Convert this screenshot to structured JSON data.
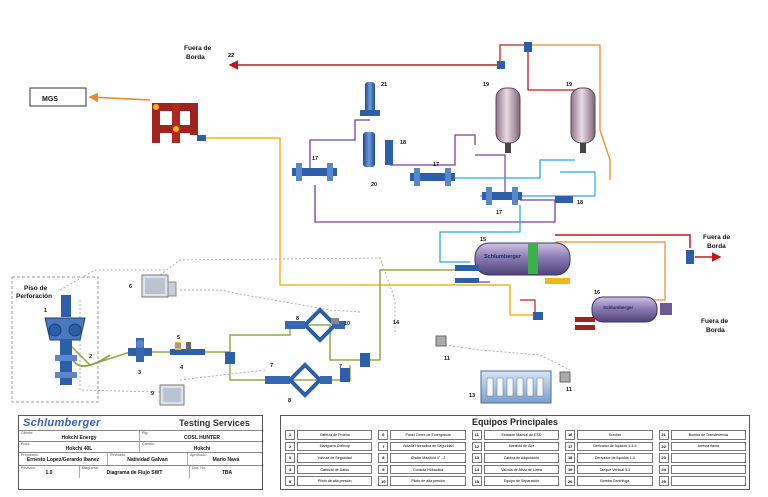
{
  "labels": {
    "mgs": "MGS",
    "fuera_top": [
      "Fuera de",
      "Borda"
    ],
    "fuera_right1": [
      "Fuera de",
      "Borda"
    ],
    "fuera_right2": [
      "Fuera de",
      "Borda"
    ],
    "piso": [
      "Piso de",
      "Perforación"
    ],
    "sep_logo": "Schlumberger",
    "scrub_logo": "Schlumberger"
  },
  "numbers": {
    "n1": "1",
    "n2": "2",
    "n3": "3",
    "n4": "4",
    "n5": "5",
    "n6": "6",
    "n7a": "7",
    "n7b": "7",
    "n8a": "8",
    "n8b": "8",
    "n9": "9",
    "n10": "10",
    "n11a": "11",
    "n11b": "11",
    "n13": "13",
    "n14": "14",
    "n15": "15",
    "n16": "16",
    "n17a": "17",
    "n17b": "17",
    "n17c": "17",
    "n18a": "18",
    "n18b": "18",
    "n19a": "19",
    "n19b": "19",
    "n20": "20",
    "n21": "21",
    "n22": "22"
  },
  "title_block": {
    "logo": "Schlumberger",
    "title": "Testing Services",
    "cliente_lbl": "Cliente:",
    "cliente": "Hokchi Energy",
    "rig_lbl": "Rig:",
    "rig": "COSL HUNTER",
    "pozo_lbl": "Pozo:",
    "pozo": "Hokchi 40L",
    "campo_lbl": "Campo:",
    "campo": "Hokchi",
    "prep_lbl": "Preparado:",
    "prep": "Ernesto Lopez/Gerardo Ibanez",
    "rev_by_lbl": "Revisado:",
    "rev_by": "Natividad Galvan",
    "aprob_lbl": "Aprobado:",
    "aprob": "Mario Nava",
    "revision_lbl": "Revision:",
    "revision": "1.0",
    "diag_lbl": "Diagrama:",
    "diagrama": "Diagrama de Flujo SWT",
    "doc_lbl": "Doc. No:",
    "doc": "TBA"
  },
  "equipos": {
    "title": "Equipos Principales",
    "items": [
      {
        "n": "1",
        "d": "Cabeza de Prueba"
      },
      {
        "n": "6",
        "d": "Panel Cierre de Emergencia"
      },
      {
        "n": "11",
        "d": "Estación Manual de ESD"
      },
      {
        "n": "16",
        "d": "Scruber"
      },
      {
        "n": "21",
        "d": "Bomba de Transferencia"
      },
      {
        "n": "2",
        "d": "Manguera Coflexip"
      },
      {
        "n": "7",
        "d": "Valvula Hidraulica de Seguridad"
      },
      {
        "n": "12",
        "d": "Manifold de Aire"
      },
      {
        "n": "17",
        "d": "Derivador de liquidos 1-3-5"
      },
      {
        "n": "22",
        "d": "Arresta flama"
      },
      {
        "n": "3",
        "d": "Válvula de Seguridad"
      },
      {
        "n": "8",
        "d": "Choke Manifold 4\" - 2"
      },
      {
        "n": "13",
        "d": "Cabina de Adquisición"
      },
      {
        "n": "18",
        "d": "Derivador de liquidos 1-3"
      },
      {
        "n": "23",
        "d": ""
      },
      {
        "n": "4",
        "d": "Cabezal de Datos"
      },
      {
        "n": "9",
        "d": "Consola Hidraulica"
      },
      {
        "n": "14",
        "d": "Valvula de Alivio de Linea"
      },
      {
        "n": "19",
        "d": "Tanque Vertical 5-3"
      },
      {
        "n": "24",
        "d": ""
      },
      {
        "n": "5",
        "d": "Piloto de alta presión"
      },
      {
        "n": "10",
        "d": "Piloto de alta presión"
      },
      {
        "n": "15",
        "d": "Equipo de Separación"
      },
      {
        "n": "20",
        "d": "Bomba Centrifuga"
      },
      {
        "n": "25",
        "d": ""
      }
    ]
  }
}
